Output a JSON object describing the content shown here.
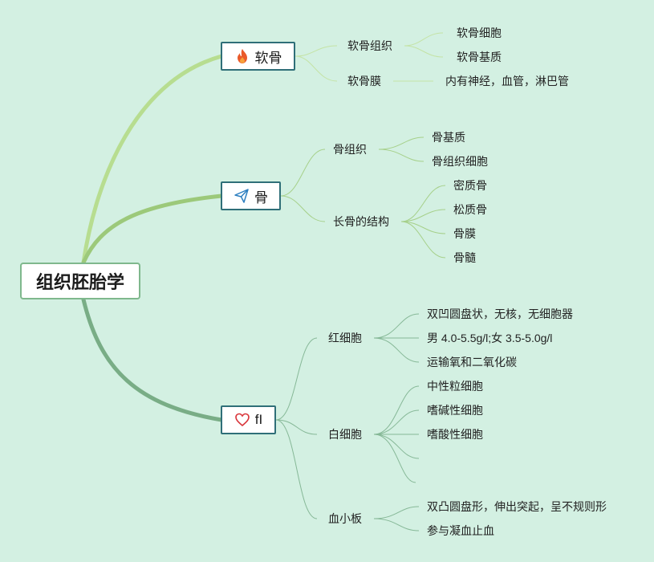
{
  "root": {
    "label": "组织胚胎学"
  },
  "branches": [
    {
      "label": "软骨",
      "icon": "fire-icon",
      "color": "#b7dd90",
      "children": [
        {
          "label": "软骨组织",
          "children": [
            "软骨细胞",
            "软骨基质"
          ]
        },
        {
          "label": "软骨膜",
          "children": [
            "内有神经，血管，淋巴管"
          ]
        }
      ]
    },
    {
      "label": "骨",
      "icon": "paper-plane-icon",
      "color": "#9cc97a",
      "children": [
        {
          "label": "骨组织",
          "children": [
            "骨基质",
            "骨组织细胞"
          ]
        },
        {
          "label": "长骨的结构",
          "children": [
            "密质骨",
            "松质骨",
            "骨膜",
            "骨髓"
          ]
        }
      ]
    },
    {
      "label": "fI",
      "icon": "heart-icon",
      "color": "#79ad86",
      "children": [
        {
          "label": "红细胞",
          "children": [
            "双凹圆盘状，无核，无细胞器",
            "男 4.0-5.5g/l;女 3.5-5.0g/l",
            "运输氧和二氧化碳"
          ]
        },
        {
          "label": "白细胞",
          "children": [
            "中性粒细胞",
            "嗜碱性细胞",
            "嗜酸性细胞",
            "",
            ""
          ]
        },
        {
          "label": "血小板",
          "children": [
            "双凸圆盘形，伸出突起，呈不规则形",
            "参与凝血止血"
          ]
        }
      ]
    }
  ],
  "colors": {
    "background": "#d3f0e2",
    "branch_border": "#2f6f78",
    "root_border": "#7fb88d"
  }
}
